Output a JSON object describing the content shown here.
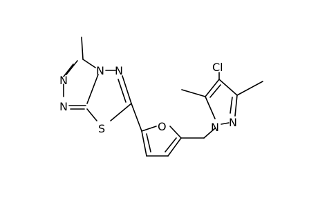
{
  "atoms": {
    "n1": "N",
    "n2": "N",
    "n3": "N",
    "n4": "N",
    "s1": "S",
    "o1": "O",
    "cl1": "Cl",
    "n5": "N",
    "n6": "N"
  },
  "colors": {
    "bond": "#000000",
    "label": "#000000",
    "background": "#ffffff"
  }
}
